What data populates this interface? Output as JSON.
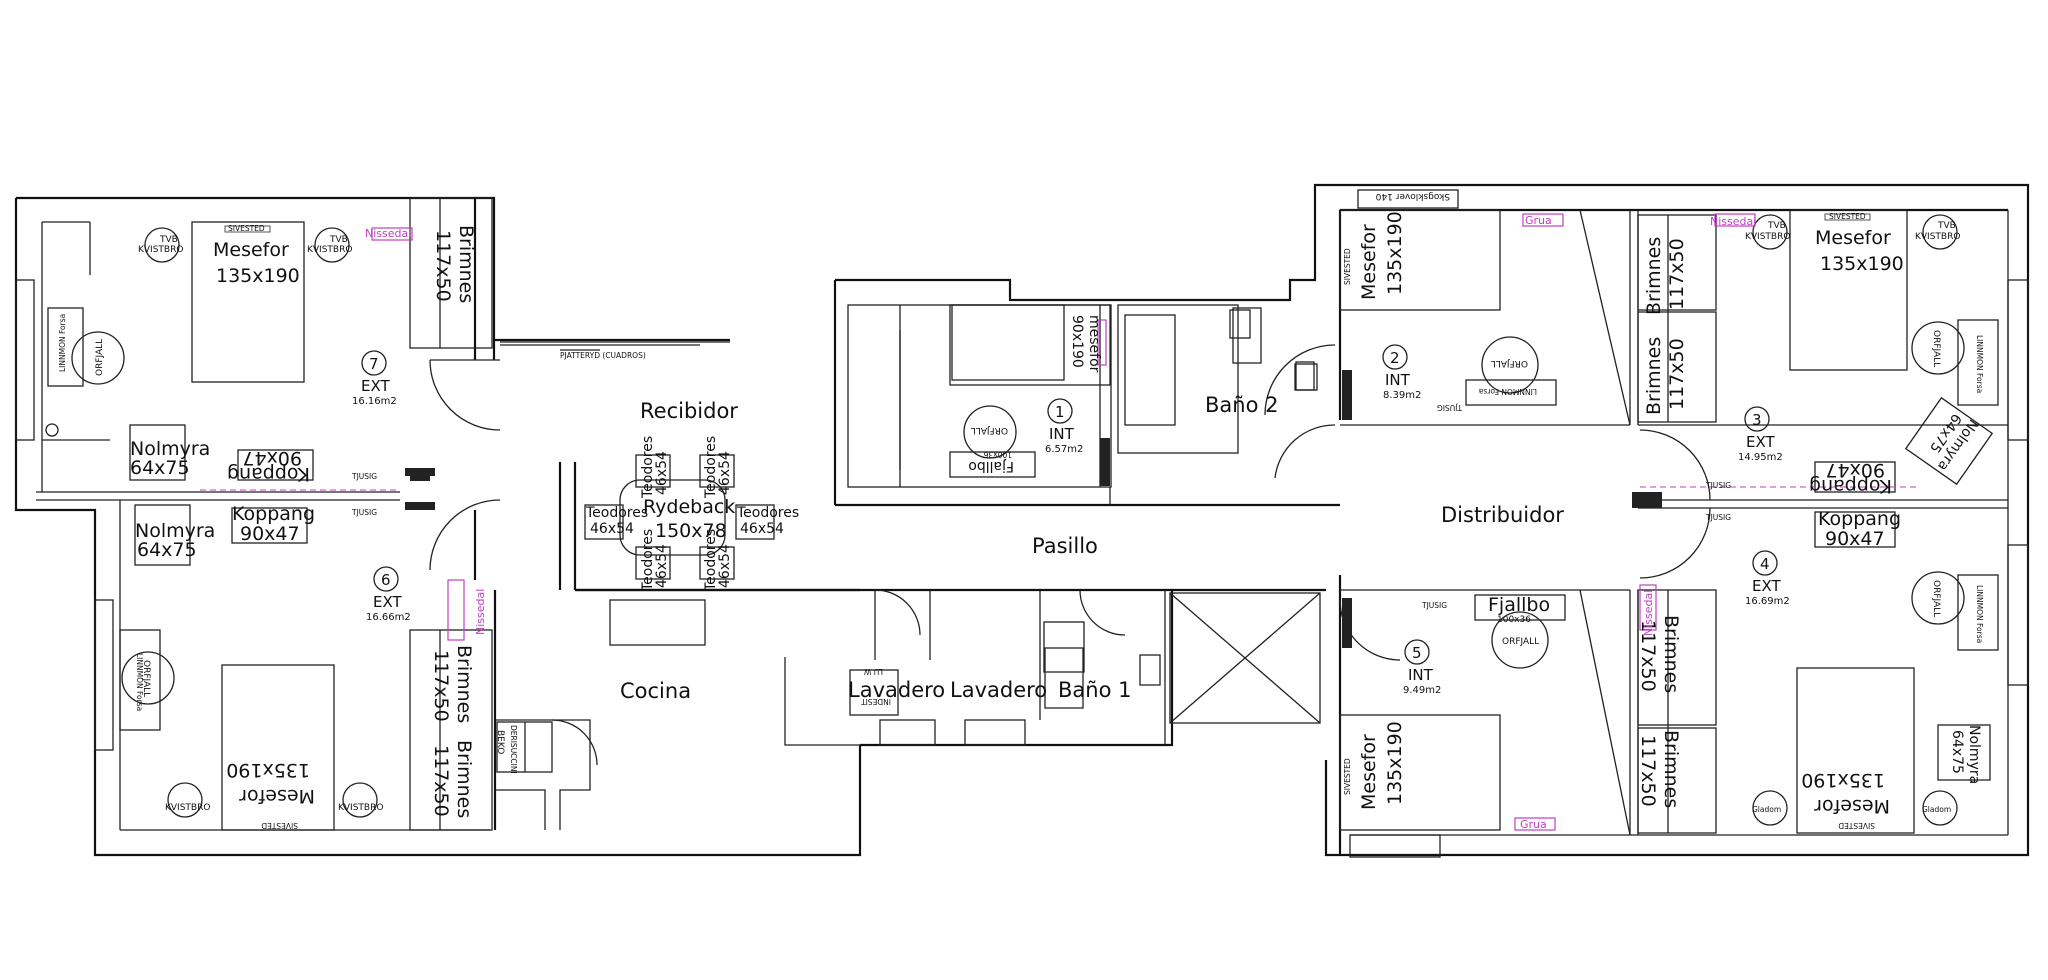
{
  "rooms": {
    "recibidor": "Recibidor",
    "pasillo": "Pasillo",
    "distribuidor": "Distribuidor",
    "cocina": "Cocina",
    "bano2": "Baño 2",
    "bano1": "Baño 1",
    "lavadero1": "Lavadero",
    "lavadero2": "Lavadero"
  },
  "bedrooms": [
    {
      "num": "1",
      "type": "INT",
      "area": "6.57m2"
    },
    {
      "num": "2",
      "type": "INT",
      "area": "8.39m2"
    },
    {
      "num": "3",
      "type": "EXT",
      "area": "14.95m2"
    },
    {
      "num": "4",
      "type": "EXT",
      "area": "16.69m2"
    },
    {
      "num": "5",
      "type": "INT",
      "area": "9.49m2"
    },
    {
      "num": "6",
      "type": "EXT",
      "area": "16.66m2"
    },
    {
      "num": "7",
      "type": "EXT",
      "area": "16.16m2"
    }
  ],
  "furniture": {
    "mesefor": "Mesefor",
    "bed_size": "135x190",
    "mesefor_small": "mesefor",
    "bed_small_size": "90x190",
    "brimnes": "Brimnes",
    "brimnes_size": "117x50",
    "koppang": "Koppang",
    "koppang_size": "90x47",
    "nolmyra": "Nolmyra",
    "nolmyra_size": "64x75",
    "rydeback": "Rydeback",
    "rydeback_size": "150x78",
    "teodores": "Teodores",
    "teodores_size": "46x54",
    "kvistbro": "KVISTBRO",
    "orfjall": "ORFJALL",
    "linnmon": "LINNMON Forsa",
    "fjallbo": "Fjallbo",
    "fjallbo_size": "100x36",
    "tjusig": "TJUSIG",
    "nissedal": "Nissedal",
    "grua": "Grua",
    "sivested": "SIVESTED",
    "pjatteryd": "PJATTERYD (CUADROS)",
    "tvb": "TVB",
    "skogsklover": "Skogsklover 140",
    "beko": "BEKO",
    "lu_w": "LU W",
    "gladom": "Gladom",
    "indesit": "INDESIT",
    "lavadora": "DERISUCCINI"
  }
}
